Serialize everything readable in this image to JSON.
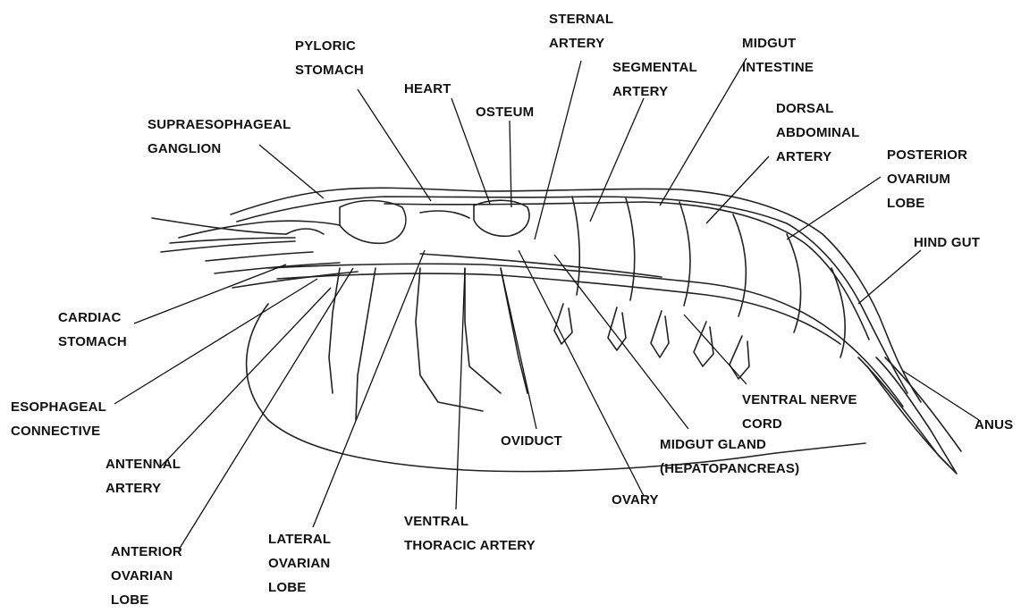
{
  "labels": {
    "pyloric_stomach": [
      "PYLORIC",
      "STOMACH"
    ],
    "heart": "HEART",
    "osteum": "OSTEUM",
    "sternal_artery": [
      "STERNAL",
      "ARTERY"
    ],
    "segmental_artery": [
      "SEGMENTAL",
      "ARTERY"
    ],
    "midgut_intestine": [
      "MIDGUT",
      "INTESTINE"
    ],
    "dorsal_abdominal_artery": [
      "DORSAL",
      "ABDOMINAL",
      "ARTERY"
    ],
    "posterior_ovarium_lobe": [
      "POSTERIOR",
      "OVARIUM",
      "LOBE"
    ],
    "hind_gut": "HIND GUT",
    "supraesophageal_ganglion": [
      "SUPRAESOPHAGEAL",
      "GANGLION"
    ],
    "cardiac_stomach": [
      "CARDIAC",
      "STOMACH"
    ],
    "esophageal_connective": [
      "ESOPHAGEAL",
      "CONNECTIVE"
    ],
    "antennal_artery": [
      "ANTENNAL",
      "ARTERY"
    ],
    "anterior_ovarian_lobe": [
      "ANTERIOR",
      "OVARIAN",
      "LOBE"
    ],
    "lateral_ovarian_lobe": [
      "LATERAL",
      "OVARIAN",
      "LOBE"
    ],
    "ventral_thoracic_artery": [
      "VENTRAL",
      "THORACIC ARTERY"
    ],
    "oviduct": "OVIDUCT",
    "midgut_gland": [
      "MIDGUT GLAND",
      "(HEPATOPANCREAS)"
    ],
    "ovary": "OVARY",
    "ventral_nerve_cord": [
      "VENTRAL NERVE",
      "CORD"
    ],
    "anus": "ANUS"
  },
  "colors": {
    "ink": "#111111",
    "background": "#ffffff"
  }
}
